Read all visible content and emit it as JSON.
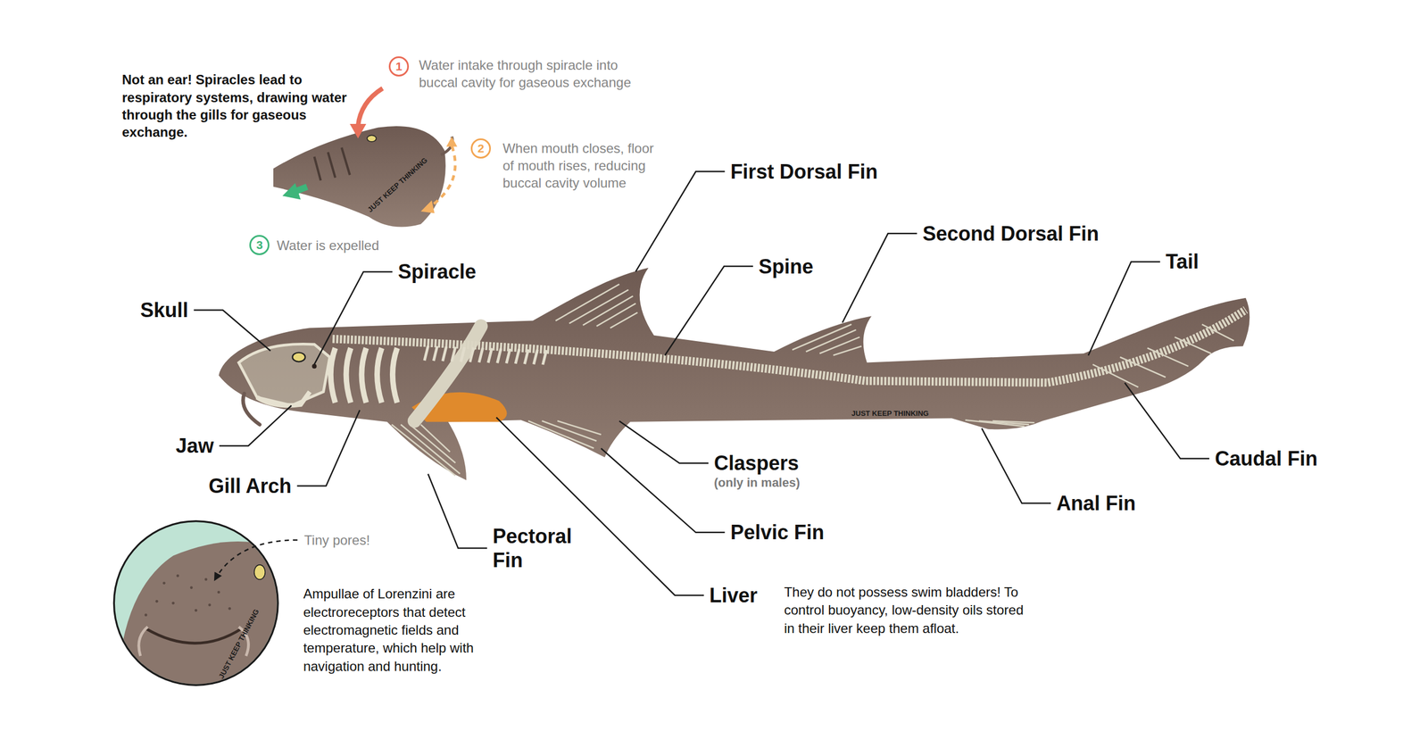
{
  "diagram": {
    "labels": [
      "Not an ear! Spiracles lead to respiratory systems, drawing water through the gills for gaseous exchange.",
      "1",
      "Water intake through spiracle into buccal cavity for gaseous exchange",
      "2",
      "When mouth closes, floor of mouth rises, reducing buccal cavity volume",
      "JUST KEEP THINKING",
      "3",
      "Water is expelled",
      "First Dorsal Fin",
      "Second Dorsal Fin",
      "Spine",
      "Tail",
      "Spiracle",
      "Skull",
      "Jaw",
      "Gill Arch",
      "JUST KEEP THINKING",
      "Claspers",
      "(only in males)",
      "Caudal Fin",
      "Pectoral Fin",
      "Pelvic Fin",
      "Anal Fin",
      "Liver",
      "Tiny pores!",
      "JUST KEEP THINKING",
      "Ampullae of Lorenzini are electroreceptors that detect electromagnetic fields and temperature, which help with navigation and hunting.",
      "They do not possess swim bladders! To control buoyancy, low-density oils stored in their liver keep them afloat."
    ]
  }
}
